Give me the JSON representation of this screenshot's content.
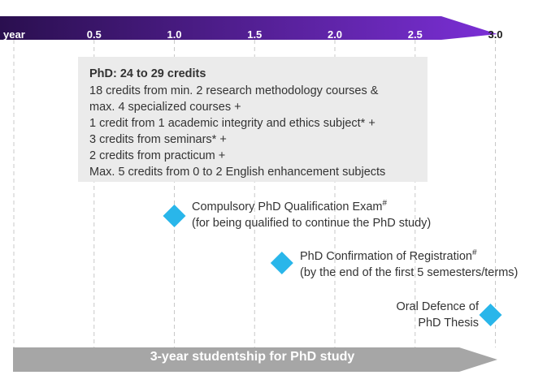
{
  "axis": {
    "label": "year",
    "ticks": [
      {
        "label": "0.5",
        "value": 0.5
      },
      {
        "label": "1.0",
        "value": 1.0
      },
      {
        "label": "1.5",
        "value": 1.5
      },
      {
        "label": "2.0",
        "value": 2.0
      },
      {
        "label": "2.5",
        "value": 2.5
      },
      {
        "label": "3.0",
        "value": 3.0
      }
    ],
    "range": [
      0,
      3.0
    ]
  },
  "credits_box": {
    "title": "PhD: 24 to 29 credits",
    "lines": [
      "18 credits from min. 2 research methodology courses &",
      "max. 4 specialized courses +",
      "1 credit from 1 academic integrity and ethics subject* +",
      "3 credits from seminars* +",
      "2 credits from practicum +",
      "Max. 5 credits from 0 to 2 English enhancement subjects"
    ],
    "span_years": [
      0.4,
      2.55
    ]
  },
  "milestones": [
    {
      "line1": "Compulsory PhD Qualification Exam",
      "mark": "#",
      "line2": "(for being qualified to continue the PhD study)",
      "year": 1.0
    },
    {
      "line1": "PhD Confirmation of Registration",
      "mark": "#",
      "line2": "(by the end of the first 5 semesters/terms)",
      "year": 1.67
    },
    {
      "line1": "Oral Defence of",
      "mark": "",
      "line2": "PhD Thesis",
      "year": 3.0
    }
  ],
  "studentship": {
    "label": "3-year studentship for PhD study",
    "years": 3.0
  },
  "colors": {
    "header_start": "#2a0f4f",
    "header_end": "#7b2fd6",
    "diamond": "#29b6ea",
    "bottom_bar": "#a6a6a6",
    "box_bg": "#ebebeb",
    "gridline": "#c8c8c8"
  }
}
